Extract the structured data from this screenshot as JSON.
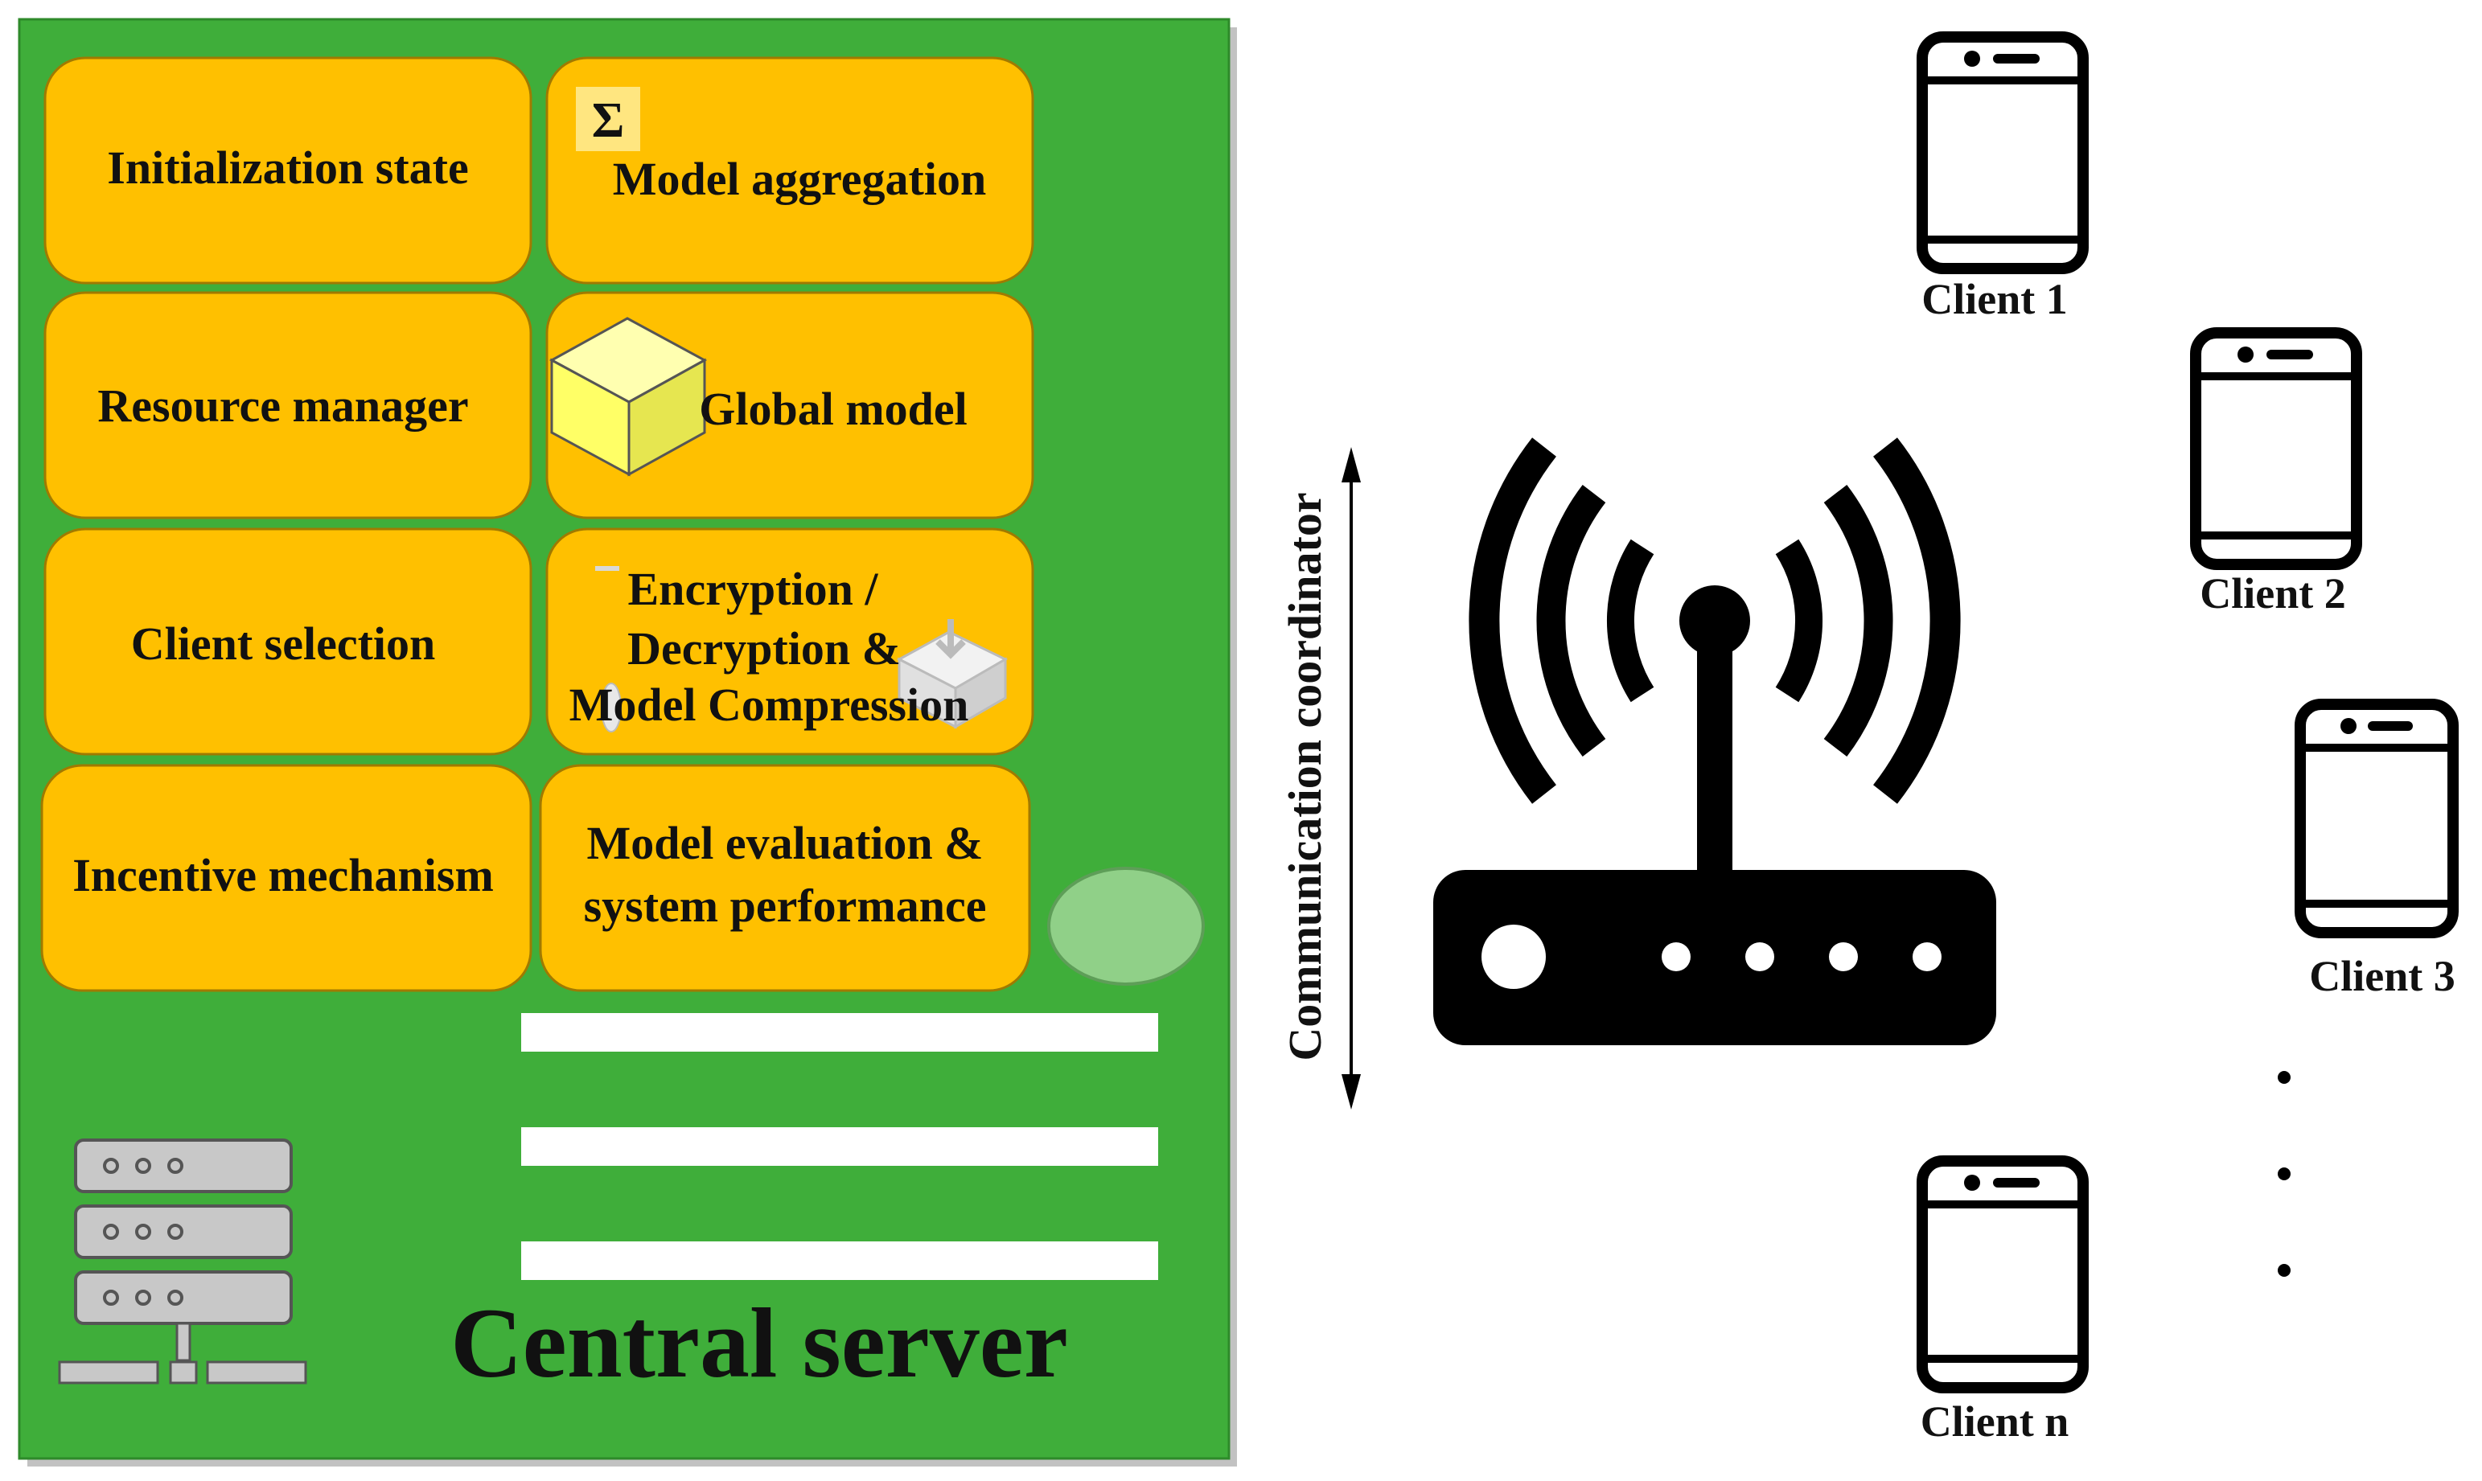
{
  "server": {
    "title": "Central server",
    "modules": [
      "Initialization state",
      "Model aggregation",
      "Resource manager",
      "Global model",
      "Client selection",
      "Encryption /",
      "Decryption &",
      "Model Compression",
      "Incentive mechanism",
      "Model evaluation &",
      "system performance"
    ],
    "sigma_symbol": "Σ"
  },
  "coordinator_label": "Communication coordinator",
  "clients": [
    "Client 1",
    "Client 2",
    "Client 3",
    "Client n"
  ],
  "colors": {
    "server_bg": "#3fae3a",
    "module_fill": "#ffc000",
    "module_stroke": "#a07a00",
    "cube": "#ffff99",
    "icon_black": "#000000"
  }
}
